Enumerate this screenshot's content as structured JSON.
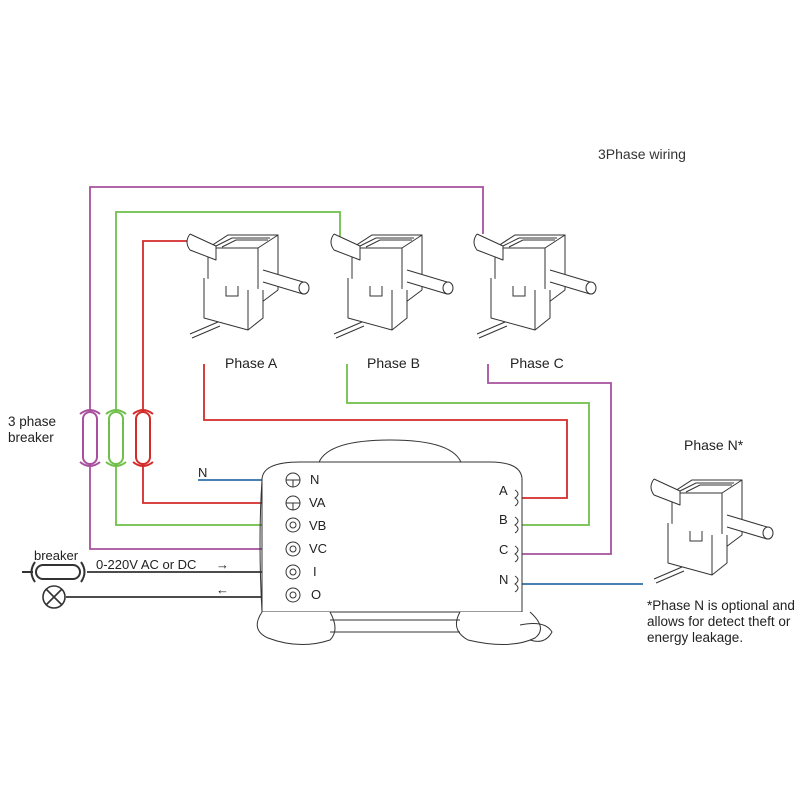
{
  "title": "3Phase wiring",
  "colors": {
    "phase_a": "#d42a2a",
    "phase_b": "#6fbf4a",
    "phase_c": "#a8509e",
    "neutral": "#2f6fa8",
    "supply": "#333333"
  },
  "clamps": [
    {
      "label": "Phase A"
    },
    {
      "label": "Phase B"
    },
    {
      "label": "Phase C"
    },
    {
      "label": "Phase N*"
    }
  ],
  "breaker3": {
    "line1": "3 phase",
    "line2": "breaker"
  },
  "neutral_in_label": "N",
  "supply": {
    "breaker_label": "breaker",
    "voltage_label": "0-220V AC or DC",
    "arrow_out": "→",
    "arrow_in": "←"
  },
  "device": {
    "left_terminals": [
      "N",
      "VA",
      "VB",
      "VC",
      "I",
      "O"
    ],
    "right_terminals": [
      "A",
      "B",
      "C",
      "N"
    ]
  },
  "note": "*Phase N is optional and allows for detect theft or energy leakage.",
  "icons": {
    "lamp": "lamp-icon",
    "breaker": "breaker-icon",
    "clamp": "current-clamp-icon"
  }
}
